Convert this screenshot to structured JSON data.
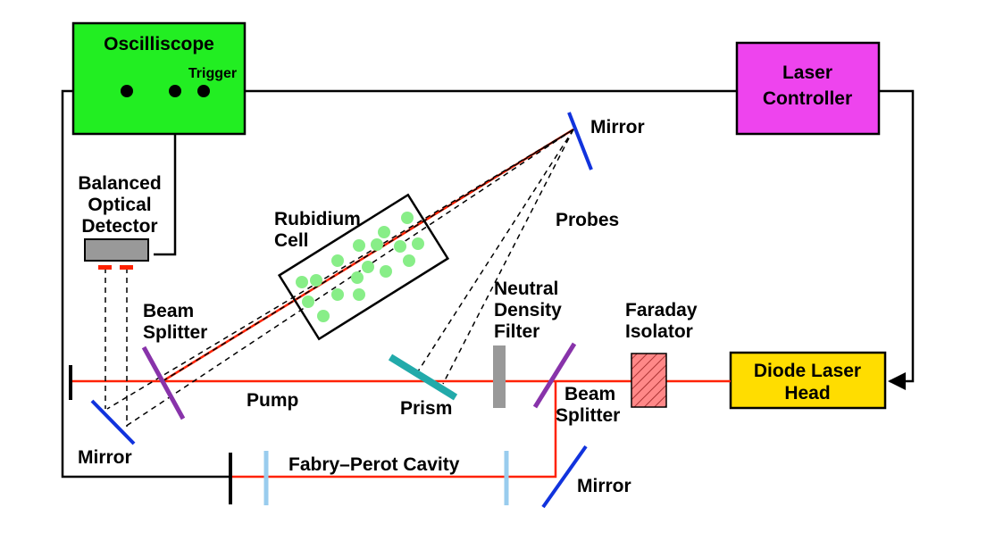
{
  "diagram": {
    "colors": {
      "oscilloscope": "#22ee22",
      "laser_controller": "#ee44ee",
      "diode_laser": "#ffdd00",
      "beam": "#ff2200",
      "mirror": "#1133dd",
      "beam_splitter": "#8833aa",
      "prism": "#22aaaa",
      "filter": "#999999",
      "cavity_mirror": "#99ccee",
      "atoms": "#88ee88",
      "isolator": "#ff8888",
      "detector": "#999999"
    },
    "labels": {
      "oscilloscope": "Oscilliscope",
      "trigger": "Trigger",
      "laser_controller_line1": "Laser",
      "laser_controller_line2": "Controller",
      "mirror_top": "Mirror",
      "probes": "Probes",
      "rubidium_line1": "Rubidium",
      "rubidium_line2": "Cell",
      "detector_line1": "Balanced",
      "detector_line2": "Optical",
      "detector_line3": "Detector",
      "beam_splitter_left_line1": "Beam",
      "beam_splitter_left_line2": "Splitter",
      "nd_line1": "Neutral",
      "nd_line2": "Density",
      "nd_line3": "Filter",
      "faraday_line1": "Faraday",
      "faraday_line2": "Isolator",
      "diode_line1": "Diode Laser",
      "diode_line2": "Head",
      "pump": "Pump",
      "prism": "Prism",
      "beam_splitter_right_line1": "Beam",
      "beam_splitter_right_line2": "Splitter",
      "mirror_bottom_left": "Mirror",
      "fabry_perot": "Fabry–Perot Cavity",
      "mirror_bottom_right": "Mirror"
    }
  }
}
